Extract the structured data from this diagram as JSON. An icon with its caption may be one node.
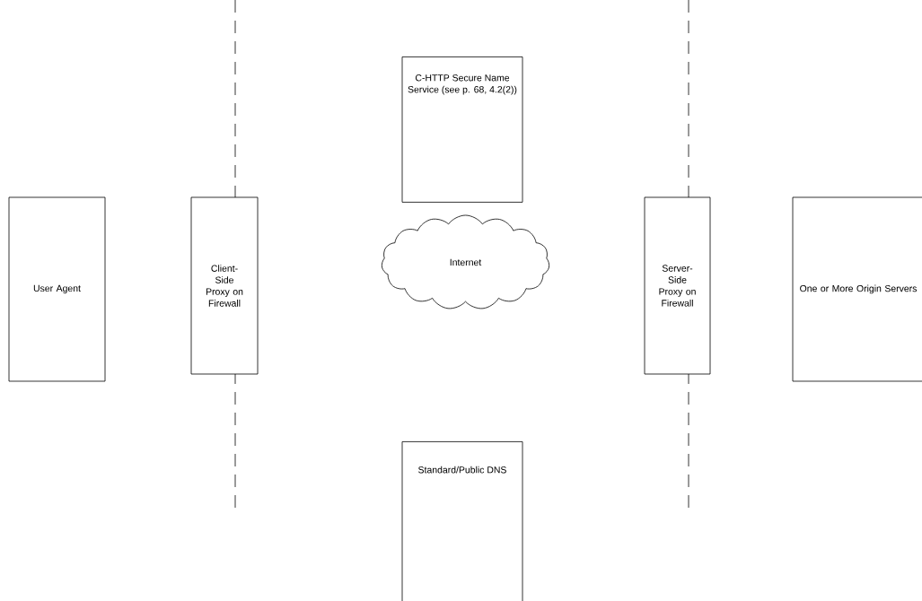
{
  "diagram": {
    "nodes": [
      {
        "text": [
          "User Agent"
        ]
      },
      {
        "text": [
          "Client-Side Proxy on Firewall"
        ]
      },
      {
        "text": [
          "C-HTTP Secure Name Service (see p. 68, 4.2(2))"
        ]
      },
      {
        "text": [
          "Internet"
        ]
      },
      {
        "text": [
          "Standard/Public DNS"
        ]
      },
      {
        "text": [
          "Server-Side Proxy on Firewall"
        ]
      },
      {
        "text": [
          "One or More Origin Servers"
        ]
      }
    ]
  }
}
